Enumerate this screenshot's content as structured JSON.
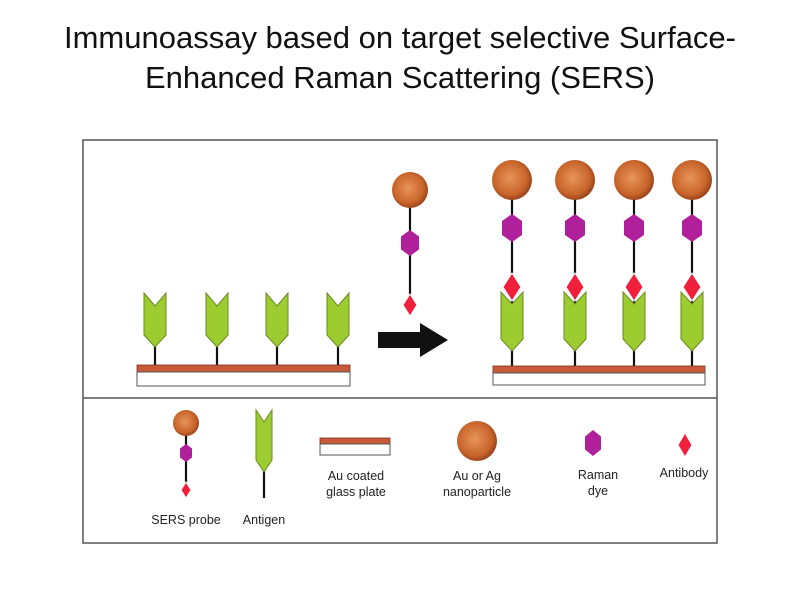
{
  "title": {
    "line1": "Immunoassay based on target selective Surface-",
    "line2": "Enhanced Raman Scattering (SERS)"
  },
  "legend": {
    "sers_probe": "SERS probe",
    "antigen": "Antigen",
    "plate_line1": "Au coated",
    "plate_line2": "glass plate",
    "nanoparticle_line1": "Au or Ag",
    "nanoparticle_line2": "nanoparticle",
    "dye_line1": "Raman",
    "dye_line2": "dye",
    "antibody": "Antibody"
  },
  "colors": {
    "nanoparticle": "#c8642a",
    "raman_dye": "#b0209a",
    "antibody": "#f0203c",
    "antigen": "#9ccc30",
    "gold_layer": "#c85a3c"
  }
}
